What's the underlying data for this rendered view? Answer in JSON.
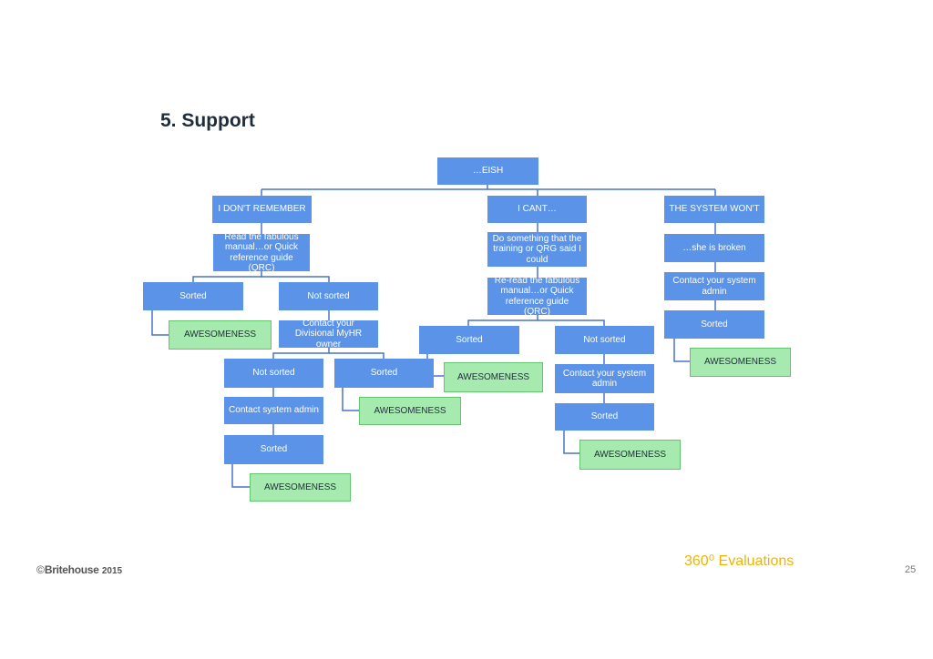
{
  "slide": {
    "title": "5. Support",
    "page_number": "25"
  },
  "footer": {
    "copyright_symbol": "©",
    "brand": "Britehouse",
    "year": "2015",
    "product": "360⁰ Evaluations"
  },
  "diagram": {
    "root": "…EISH",
    "branch_remember": "I DON'T REMEMBER",
    "read_manual": "Read the fabulous manual…or Quick reference guide (QRC)",
    "sorted_1": "Sorted",
    "not_sorted_1": "Not sorted",
    "awesome_1": "AWESOMENESS",
    "contact_divisional": "Contact your Divisional MyHR owner",
    "not_sorted_2": "Not sorted",
    "sorted_2": "Sorted",
    "contact_system_admin": "Contact system admin",
    "awesome_2": "AWESOMENESS",
    "sorted_3": "Sorted",
    "awesome_3": "AWESOMENESS",
    "branch_cant": "I CANT…",
    "do_something": "Do something that the training or QRG said I could",
    "reread_manual": "Re-read the fabulous manual…or Quick reference guide (QRC)",
    "sorted_4": "Sorted",
    "not_sorted_3": "Not sorted",
    "awesome_4": "AWESOMENESS",
    "contact_your_admin_1": "Contact your system admin",
    "sorted_5": "Sorted",
    "awesome_5": "AWESOMENESS",
    "branch_wont": "THE SYSTEM WON'T",
    "she_is_broken": "…she is broken",
    "contact_your_admin_2": "Contact your system admin",
    "sorted_6": "Sorted",
    "awesome_6": "AWESOMENESS"
  },
  "colors": {
    "node_fill": "#5b93e8",
    "result_fill": "#a7eab0",
    "result_border": "#62c46d",
    "connector": "#4a74c9",
    "product_text": "#f0b400"
  }
}
